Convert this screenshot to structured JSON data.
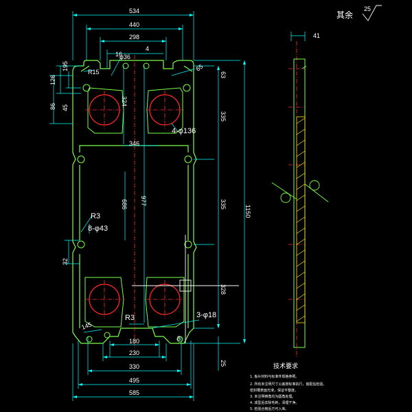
{
  "colors": {
    "background": "#000000",
    "outline": "#7CFF4A",
    "dimension": "#00FFFF",
    "centerline": "#FF3030",
    "hole": "#FF2A2A",
    "text": "#FFFFFF",
    "hatch": "#FFE600",
    "cursor": "#FFFFFF"
  },
  "roughness": {
    "label": "其余",
    "value": "25"
  },
  "dims_top": {
    "d534": "534",
    "d440": "440",
    "d298": "298",
    "d4": "4",
    "d16": "16",
    "phi36": "φ36",
    "r15": "R15",
    "d65": "65",
    "d63": "63"
  },
  "dims_left": {
    "d126": "126",
    "d195": "195",
    "d86": "86",
    "d45": "45",
    "d32": "32"
  },
  "dims_inner": {
    "d346": "346",
    "d324": "324",
    "d686": "686",
    "d977": "977"
  },
  "dims_right": {
    "d335a": "335",
    "d335b": "335",
    "d328": "328",
    "d1150": "1150",
    "d25": "25"
  },
  "dims_bottom": {
    "d180": "180",
    "d230": "230",
    "d330": "330",
    "d495": "495",
    "d585": "585",
    "d145": "145",
    "d8": "8"
  },
  "callouts": {
    "holes": "4-φ136",
    "r3_top": "R3",
    "slots": "8-φ43",
    "r3_bottom": "R3",
    "pins": "3-φ18"
  },
  "side_view": {
    "thickness": "41"
  },
  "notes": {
    "title": "技术要求",
    "items": [
      "1. 板片材料与标准件规格参照。",
      "2. 所有未注明尺寸公差按标准执行，装配后检验。",
      "   密封槽表面光滑，保证平整度。",
      "3. 未注明倒角均为圆角处理。",
      "4. 成型后去除毛刺，清理干净。",
      "5. 检验合格后方可入库。"
    ]
  }
}
